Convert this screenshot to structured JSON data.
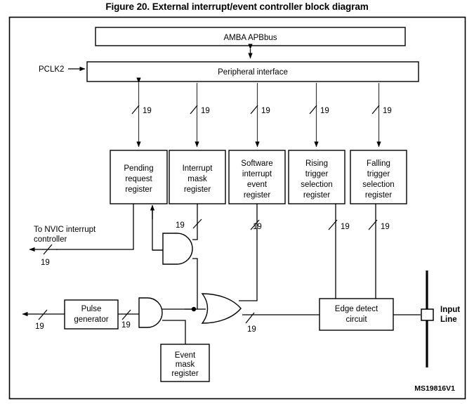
{
  "figure": {
    "title": "Figure 20. External interrupt/event controller block diagram",
    "doc_code": "MS19816V1"
  },
  "blocks": {
    "apb_bus": "AMBA APBbus",
    "peripheral_interface": "Peripheral interface",
    "pending_request_register": [
      "Pending",
      "request",
      "register"
    ],
    "interrupt_mask_register": [
      "Interrupt",
      "mask",
      "register"
    ],
    "software_interrupt_event_register": [
      "Software",
      "interrupt",
      "event",
      "register"
    ],
    "rising_trigger_selection_register": [
      "Rising",
      "trigger",
      "selection",
      "register"
    ],
    "falling_trigger_selection_register": [
      "Falling",
      "trigger",
      "selection",
      "register"
    ],
    "pulse_generator": [
      "Pulse",
      "generator"
    ],
    "event_mask_register": [
      "Event",
      "mask",
      "register"
    ],
    "edge_detect_circuit": [
      "Edge detect",
      "circuit"
    ]
  },
  "signals": {
    "pclk2": "PCLK2",
    "to_nvic_line1": "To NVIC interrupt",
    "to_nvic_line2": "controller",
    "input_line_1": "Input",
    "input_line_2": "Line"
  },
  "bus_widths": {
    "apb_to_pending": "19",
    "apb_to_interrupt_mask": "19",
    "apb_to_software": "19",
    "apb_to_rising": "19",
    "apb_to_falling": "19",
    "nvic_out": "19",
    "interrupt_mask_out": "19",
    "software_out": "19",
    "rising_out": "19",
    "falling_out": "19",
    "pulse_out": "19",
    "pulse_in": "19",
    "or_out": "19"
  },
  "colors": {
    "stroke": "#000000",
    "background": "#ffffff",
    "wire": "#3a3a3a"
  }
}
